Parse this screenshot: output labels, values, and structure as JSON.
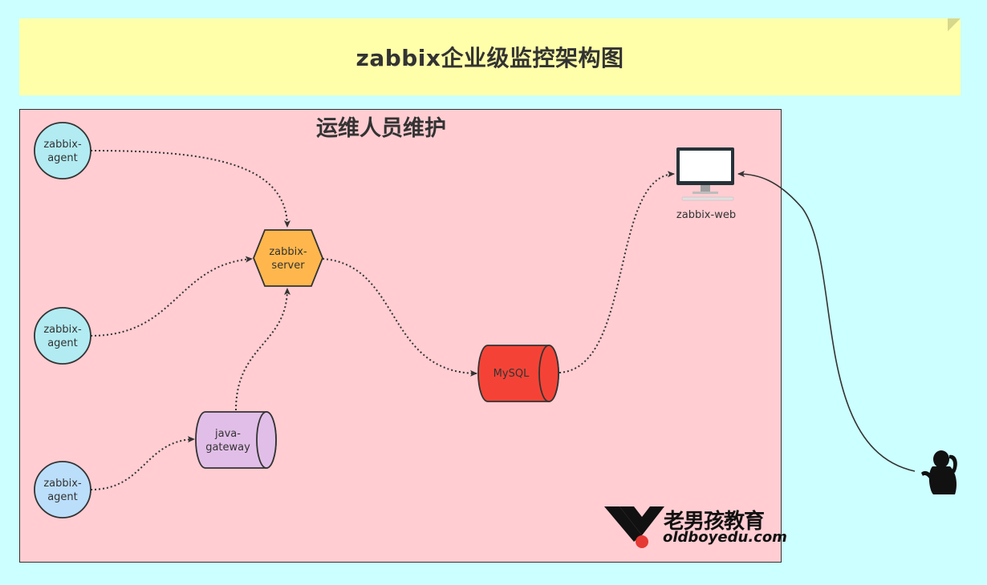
{
  "title": "zabbix企业级监控架构图",
  "panel_title": "运维人员维护",
  "nodes": {
    "agent1": "zabbix-\nagent",
    "agent2": "zabbix-\nagent",
    "agent3": "zabbix-\nagent",
    "server": "zabbix-\nserver",
    "gateway": "java-\ngateway",
    "mysql": "MySQL",
    "web": "zabbix-web"
  },
  "logo": {
    "cn": "老男孩教育",
    "en": "oldboyedu.com"
  },
  "colors": {
    "background": "#ccffff",
    "title_note": "#ffffaa",
    "panel": "#ffcdd2",
    "agent": "#b2ebf2",
    "agent_blue": "#bbdefb",
    "server": "#ffb74d",
    "gateway": "#e1bee7",
    "mysql": "#f44336"
  }
}
